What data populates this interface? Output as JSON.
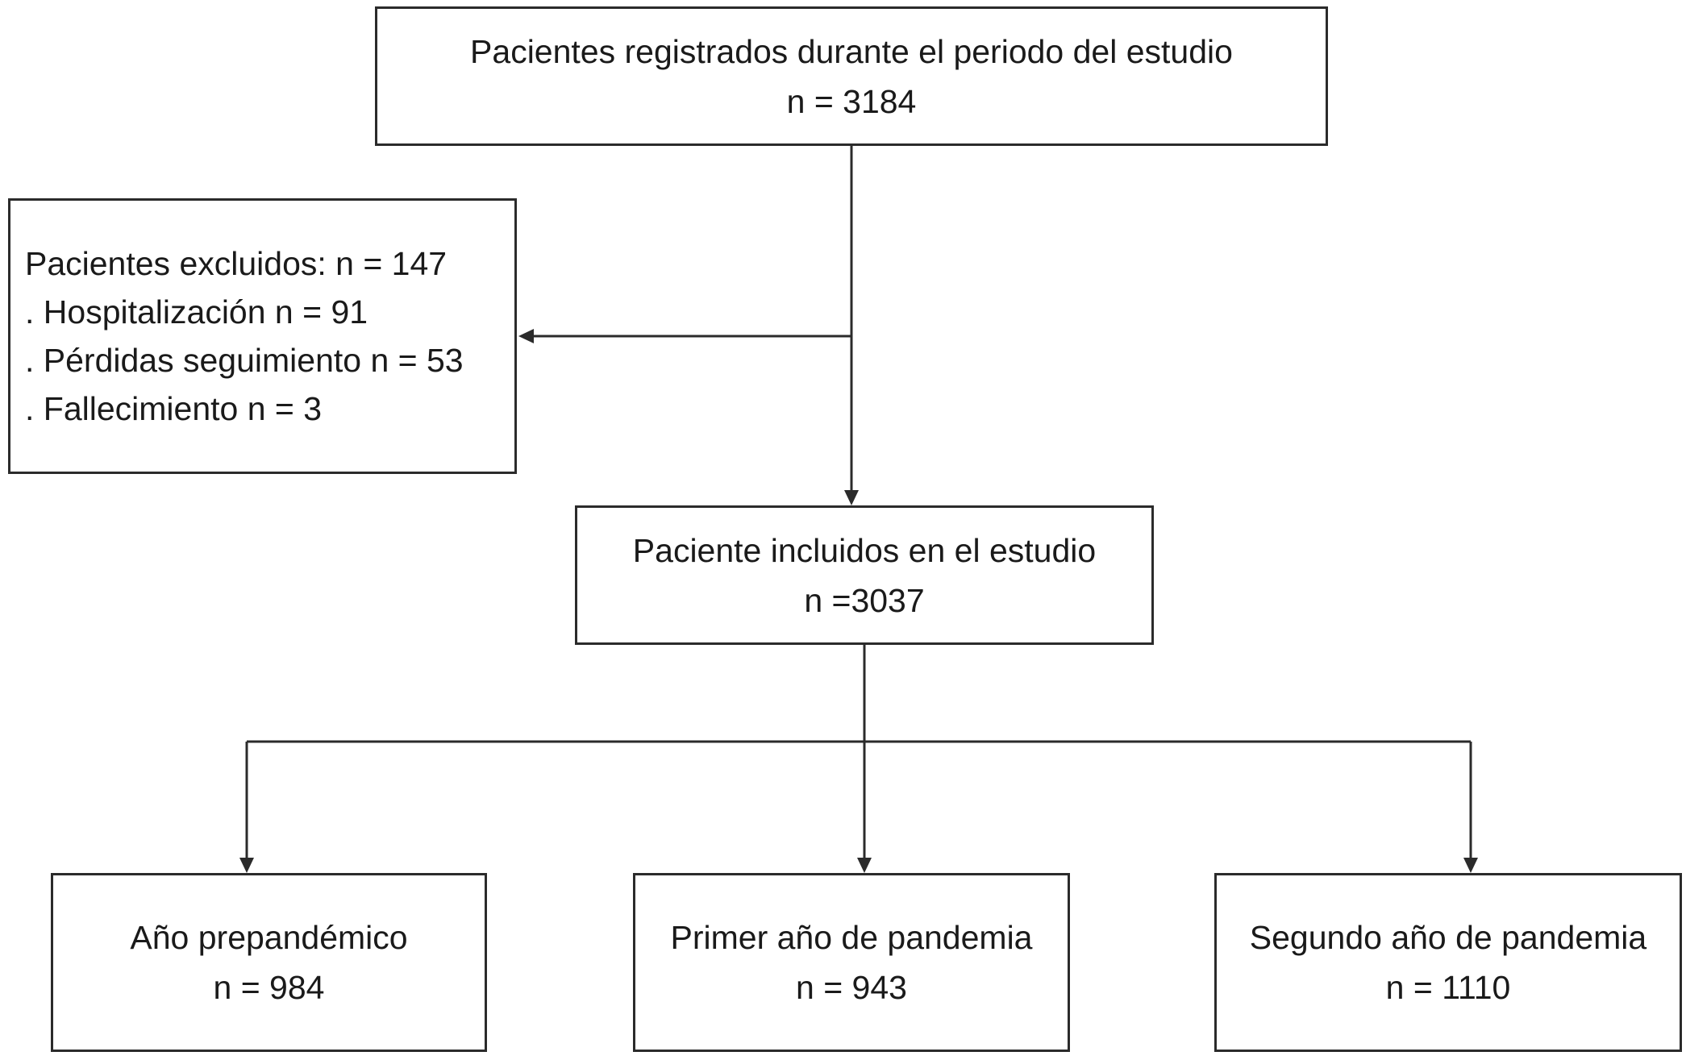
{
  "registered": {
    "title": "Pacientes registrados durante el periodo del estudio",
    "count": "n = 3184"
  },
  "excluded": {
    "title": "Pacientes excluidos: n = 147",
    "reasons": [
      ". Hospitalización n = 91",
      ". Pérdidas seguimiento n = 53",
      ". Fallecimiento  n = 3"
    ]
  },
  "included": {
    "title": "Paciente incluidos en el estudio",
    "count": "n =3037"
  },
  "groups": [
    {
      "title": "Año prepandémico",
      "count": "n = 984"
    },
    {
      "title": "Primer año de pandemia",
      "count": "n = 943"
    },
    {
      "title": "Segundo año de pandemia",
      "count": "n = 1110"
    }
  ],
  "colors": {
    "line": "#2b2b2b",
    "border": "#2b2b2b",
    "text": "#1a1a1a"
  }
}
